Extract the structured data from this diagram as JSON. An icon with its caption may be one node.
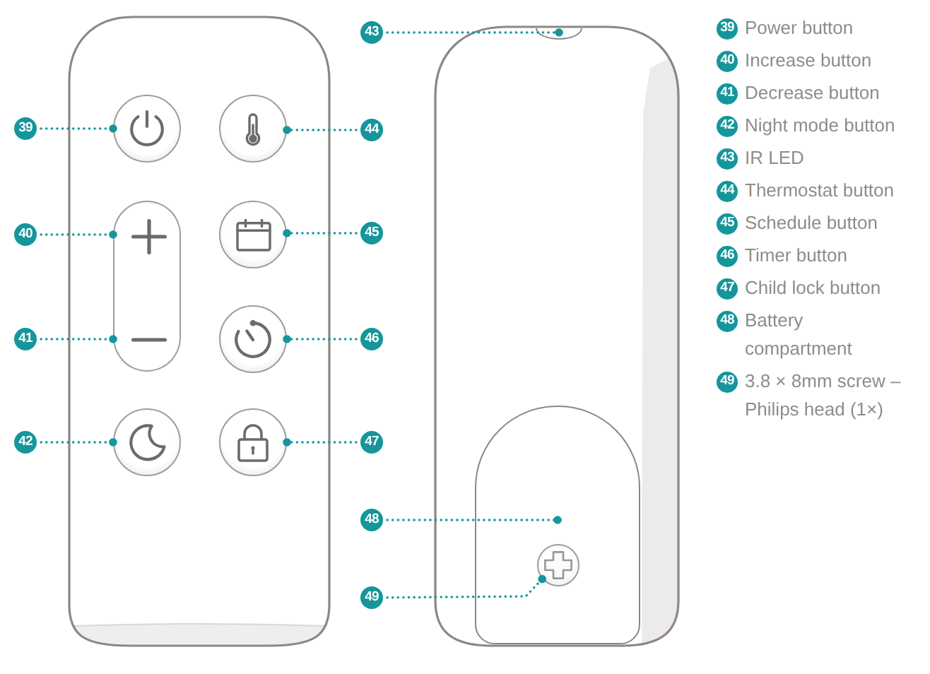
{
  "diagram": {
    "nodes": [
      {
        "text": [
          "39"
        ]
      },
      {
        "text": [
          "40"
        ]
      },
      {
        "text": [
          "41"
        ]
      },
      {
        "text": [
          "42"
        ]
      },
      {
        "text": [
          "43"
        ]
      },
      {
        "text": [
          "44"
        ]
      },
      {
        "text": [
          "45"
        ]
      },
      {
        "text": [
          "46"
        ]
      },
      {
        "text": [
          "47"
        ]
      },
      {
        "text": [
          "48"
        ]
      },
      {
        "text": [
          "49"
        ]
      },
      {
        "text": [],
        "shape": "circle"
      },
      {
        "text": [],
        "shape": "box"
      },
      {
        "text": [],
        "shape": "box"
      },
      {
        "text": [],
        "shape": "circle"
      },
      {
        "text": [],
        "shape": "bar"
      },
      {
        "text": [],
        "shape": "circle"
      },
      {
        "text": [],
        "shape": "circle"
      },
      {
        "text": [],
        "shape": "circle"
      },
      {
        "text": [],
        "shape": "circle"
      },
      {
        "text": [],
        "shape": "box"
      },
      {
        "text": [],
        "shape": "circle",
        "in": 20
      },
      {
        "text": [
          "39"
        ],
        "beside": [
          "Power button"
        ]
      },
      {
        "text": [
          "40"
        ],
        "beside": [
          "Increase button"
        ]
      },
      {
        "text": [
          "41"
        ],
        "beside": [
          "Decrease button"
        ]
      },
      {
        "text": [
          "42"
        ],
        "beside": [
          "Night mode button"
        ]
      },
      {
        "text": [
          "43"
        ],
        "beside": [
          "IR LED"
        ]
      },
      {
        "text": [
          "44"
        ],
        "beside": [
          "Thermostat button"
        ]
      },
      {
        "text": [
          "45"
        ],
        "beside": [
          "Schedule button"
        ]
      },
      {
        "text": [
          "46"
        ],
        "beside": [
          "Timer button"
        ]
      },
      {
        "text": [
          "47"
        ],
        "beside": [
          "Child lock button"
        ]
      },
      {
        "text": [
          "48"
        ],
        "beside": [
          "Battery compartment"
        ]
      },
      {
        "text": [
          "49"
        ],
        "beside": [
          "3.8 × 8mm screw – Philips head (1×)"
        ]
      }
    ],
    "edges": [
      {
        "from": 0,
        "to": 11,
        "arrow": "other",
        "style": "dashed"
      },
      {
        "from": 1,
        "to": 12,
        "arrow": "other",
        "style": "dashed"
      },
      {
        "from": 2,
        "to": 13,
        "arrow": "other",
        "style": "dashed"
      },
      {
        "from": 3,
        "to": 14,
        "arrow": "other",
        "style": "dashed"
      },
      {
        "from": 4,
        "to": 15,
        "arrow": "other",
        "style": "dashed"
      },
      {
        "from": 5,
        "to": 16,
        "arrow": "other",
        "style": "dashed"
      },
      {
        "from": 6,
        "to": 17,
        "arrow": "other",
        "style": "dashed"
      },
      {
        "from": 7,
        "to": 18,
        "arrow": "other",
        "style": "dashed"
      },
      {
        "from": 8,
        "to": 19,
        "arrow": "other",
        "style": "dashed"
      },
      {
        "from": 9,
        "to": 20,
        "arrow": "other",
        "style": "dashed"
      },
      {
        "from": 10,
        "to": 21,
        "arrow": "other",
        "style": "dashed"
      }
    ]
  }
}
